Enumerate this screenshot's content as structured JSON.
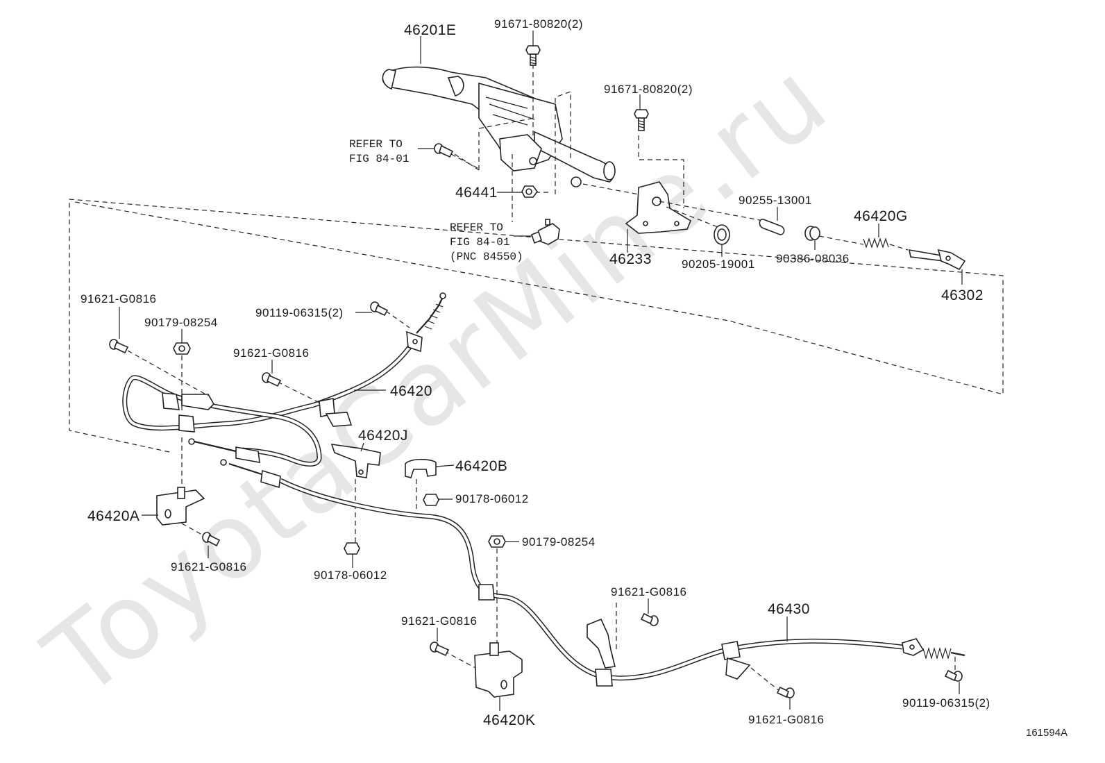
{
  "watermark": "ToyotaCarMine.ru",
  "figure_code": "161594A",
  "labels": {
    "l_46201E": "46201E",
    "l_9167180820_a": "91671-80820(2)",
    "l_9167180820_b": "91671-80820(2)",
    "l_refer1_line1": "REFER TO",
    "l_refer1_line2": "FIG 84-01",
    "l_46441": "46441",
    "l_refer2_line1": "REFER TO",
    "l_refer2_line2": "FIG 84-01",
    "l_refer2_line3": "(PNC 84550)",
    "l_46233": "46233",
    "l_9020519001": "90205-19001",
    "l_9025513001": "90255-13001",
    "l_9038608036": "90386-08036",
    "l_46420G": "46420G",
    "l_46302": "46302",
    "l_91621G0816_a": "91621-G0816",
    "l_9017908254_a": "90179-08254",
    "l_9011906315_a": "90119-06315(2)",
    "l_91621G0816_b": "91621-G0816",
    "l_46420": "46420",
    "l_46420J": "46420J",
    "l_46420B": "46420B",
    "l_9017806012_a": "90178-06012",
    "l_46420A": "46420A",
    "l_91621G0816_c": "91621-G0816",
    "l_9017806012_b": "90178-06012",
    "l_9017908254_b": "90179-08254",
    "l_91621G0816_d": "91621-G0816",
    "l_46430": "46430",
    "l_91621G0816_e": "91621-G0816",
    "l_46420K": "46420K",
    "l_91621G0816_f": "91621-G0816",
    "l_9011906315_b": "90119-06315(2)"
  }
}
